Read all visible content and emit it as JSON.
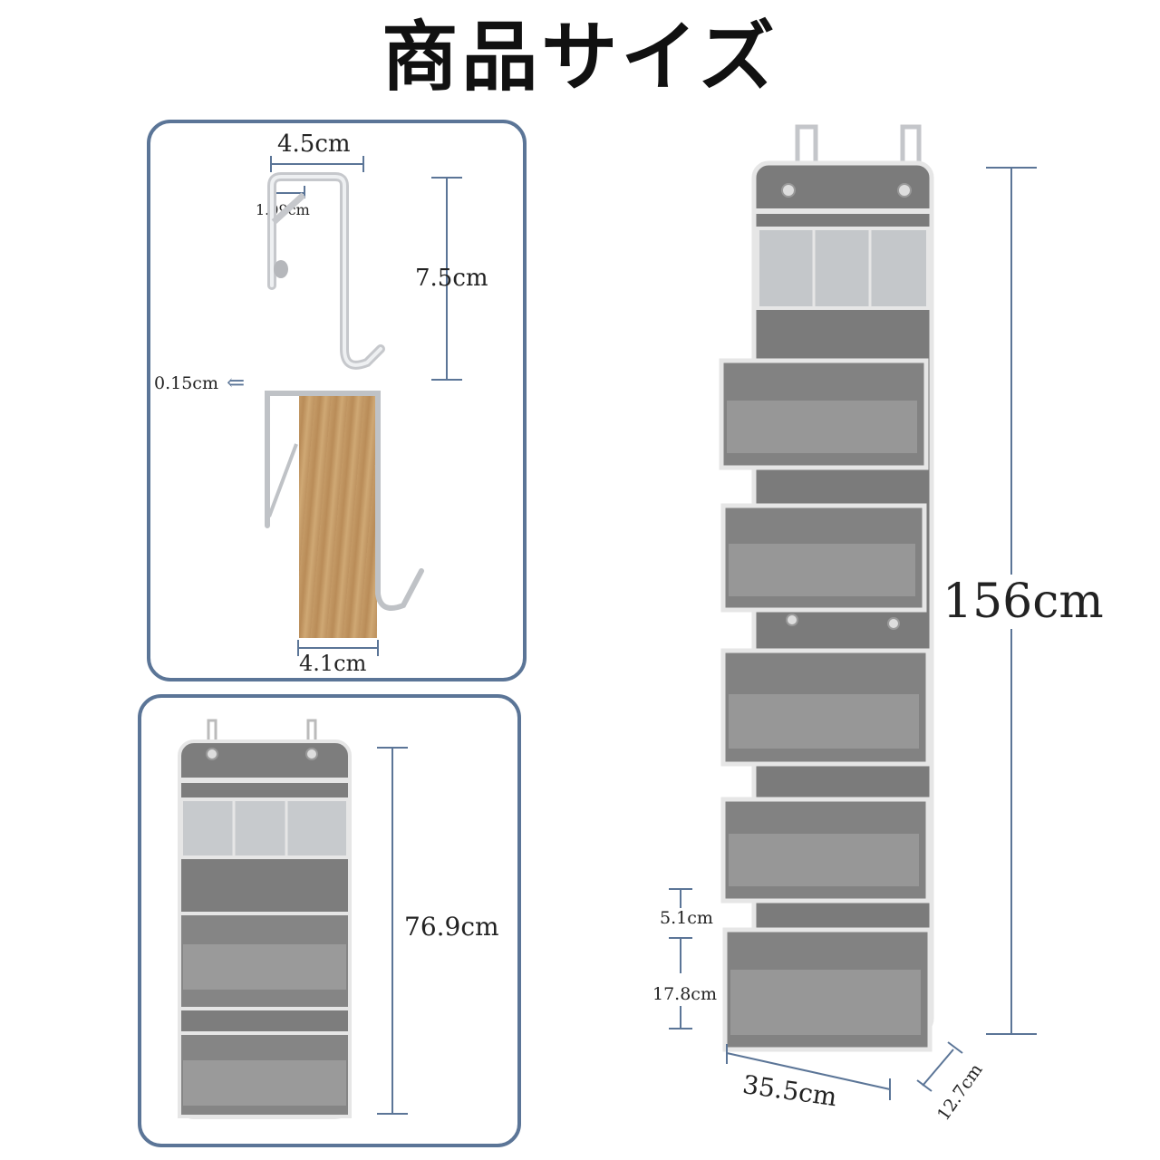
{
  "title": "商品サイズ",
  "hook_panel": {
    "hook_width": "4.5cm",
    "hook_thickness": "1.09cm",
    "hook_height": "7.5cm",
    "gap": "0.15cm",
    "door_thickness": "4.1cm"
  },
  "small_panel": {
    "height": "76.9cm"
  },
  "main_product": {
    "total_height": "156cm",
    "pocket_gap": "5.1cm",
    "pocket_height": "17.8cm",
    "width": "35.5cm",
    "depth": "12.7cm"
  },
  "colors": {
    "frame": "#5b7597",
    "fabric": "#7d7d7d",
    "trim": "#e6e6e6",
    "wood": "#c49a66"
  }
}
